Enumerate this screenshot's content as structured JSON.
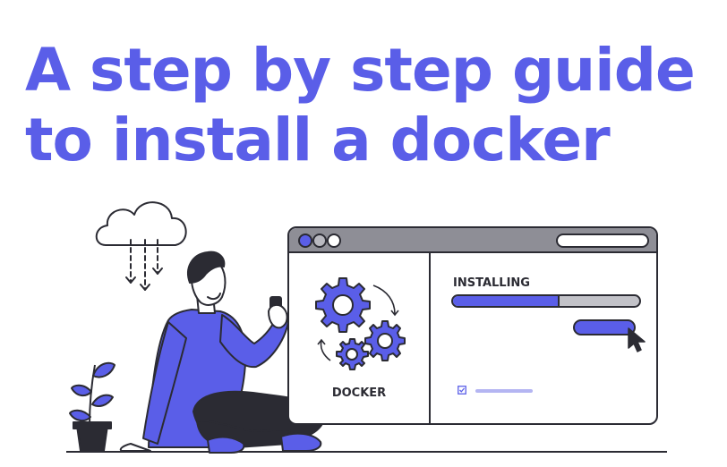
{
  "headline": {
    "line1": "A step by step guide",
    "line2": "to install a docker"
  },
  "window": {
    "left_panel_label": "DOCKER",
    "right_panel_label": "INSTALLING",
    "progress_fraction": 0.57
  },
  "icons": {
    "cloud": "cloud-download-icon",
    "gears": "gears-icon",
    "cursor": "cursor-icon",
    "checkbox": "checkbox-icon"
  },
  "colors": {
    "accent": "#5a5ee8",
    "outline": "#2b2b33",
    "light_gray": "#c2c2c8"
  }
}
